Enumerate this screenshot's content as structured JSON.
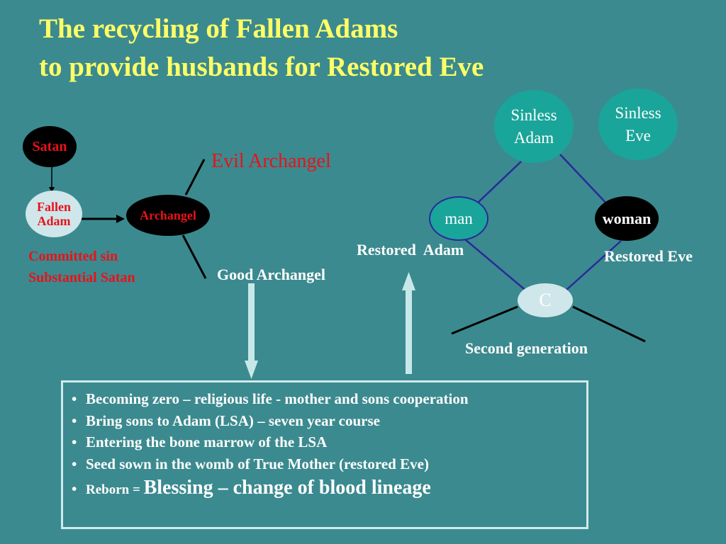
{
  "title": {
    "line1": "The recycling of Fallen Adams",
    "line2": "to provide husbands for Restored Eve"
  },
  "left_diagram": {
    "satan": "Satan",
    "fallen_adam": "Fallen Adam",
    "archangel": "Archangel",
    "evil_archangel": "Evil Archangel",
    "good_archangel": "Good Archangel",
    "committed_sin": "Committed sin",
    "substantial_satan": "Substantial Satan"
  },
  "right_diagram": {
    "sinless_adam": "Sinless Adam",
    "sinless_eve": "Sinless Eve",
    "man": "man",
    "woman": "woman",
    "restored_adam": "Restored  Adam",
    "restored_eve": "Restored Eve",
    "child": "C",
    "second_generation": "Second generation"
  },
  "bullets": {
    "item1": "Becoming zero – religious life  - mother and sons cooperation",
    "item2": "Bring sons to Adam (LSA) –  seven year course",
    "item3": "Entering the bone marrow of the LSA",
    "item4": "Seed sown in the womb of True Mother (restored Eve)",
    "item5_prefix": "Reborn = ",
    "item5_emphasis": "Blessing – change of blood lineage"
  },
  "colors": {
    "background": "#3b8a8f",
    "title": "#ffff66",
    "red_text": "#e8121a",
    "diagram_line": "#2a2a9a"
  }
}
